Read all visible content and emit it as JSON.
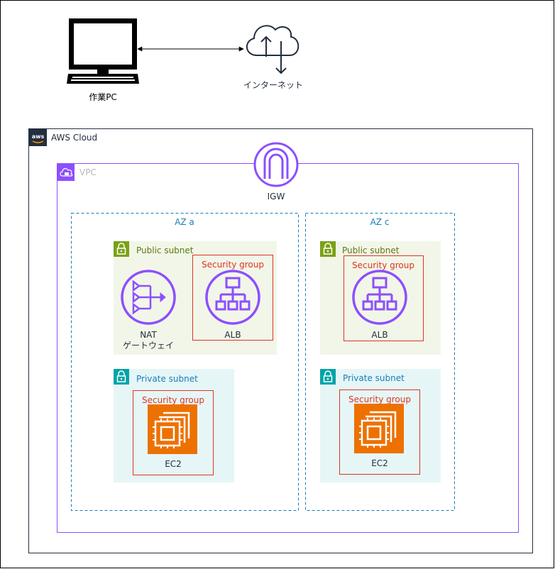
{
  "colors": {
    "cloud_border": "#232f3e",
    "vpc": "#8c4fff",
    "az": "#147eba",
    "public_subnet": "#7aa116",
    "public_subnet_fill": "#f2f6e8",
    "private_subnet": "#00a4a6",
    "private_subnet_fill": "#e6f6f7",
    "security_group": "#dd3522",
    "ec2": "#ed7100",
    "text": "#232f3e"
  },
  "top": {
    "workstation": {
      "label": "作業PC",
      "icon": "monitor-icon"
    },
    "internet": {
      "label": "インターネット",
      "icon": "cloud-upload-download-icon"
    }
  },
  "aws_cloud": {
    "label": "AWS Cloud",
    "icon": "aws-logo-icon"
  },
  "vpc": {
    "label": "VPC",
    "icon": "vpc-cloud-lock-icon"
  },
  "igw": {
    "label": "IGW",
    "icon": "internet-gateway-icon"
  },
  "az_a": {
    "label": "AZ a",
    "public_subnet": {
      "label": "Public subnet",
      "nat": {
        "line1": "NAT",
        "line2": "ゲートウェイ",
        "icon": "nat-gateway-icon"
      },
      "security_group": {
        "label": "Security group",
        "alb": {
          "label": "ALB",
          "icon": "alb-icon"
        }
      }
    },
    "private_subnet": {
      "label": "Private subnet",
      "security_group": {
        "label": "Security group",
        "ec2": {
          "label": "EC2",
          "icon": "ec2-chip-icon"
        }
      }
    }
  },
  "az_c": {
    "label": "AZ c",
    "public_subnet": {
      "label": "Public subnet",
      "security_group": {
        "label": "Security group",
        "alb": {
          "label": "ALB",
          "icon": "alb-icon"
        }
      }
    },
    "private_subnet": {
      "label": "Private subnet",
      "security_group": {
        "label": "Security group",
        "ec2": {
          "label": "EC2",
          "icon": "ec2-chip-icon"
        }
      }
    }
  }
}
